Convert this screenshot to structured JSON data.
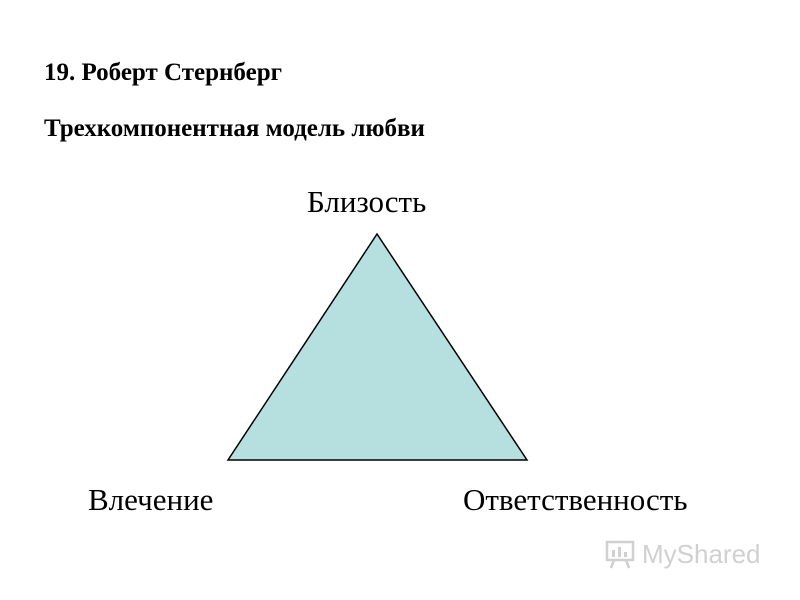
{
  "heading": {
    "number_line": "19. Роберт Стернберг",
    "title_line": "Трехкомпонентная модель любви"
  },
  "diagram": {
    "vertices": {
      "top": "Близость",
      "bottom_left": "Влечение",
      "bottom_right": "Ответственность"
    },
    "triangle_fill": "#b6dfe0",
    "triangle_stroke": "#000000"
  },
  "watermark": {
    "text": "MyShared",
    "color": "#7a7a7a"
  }
}
